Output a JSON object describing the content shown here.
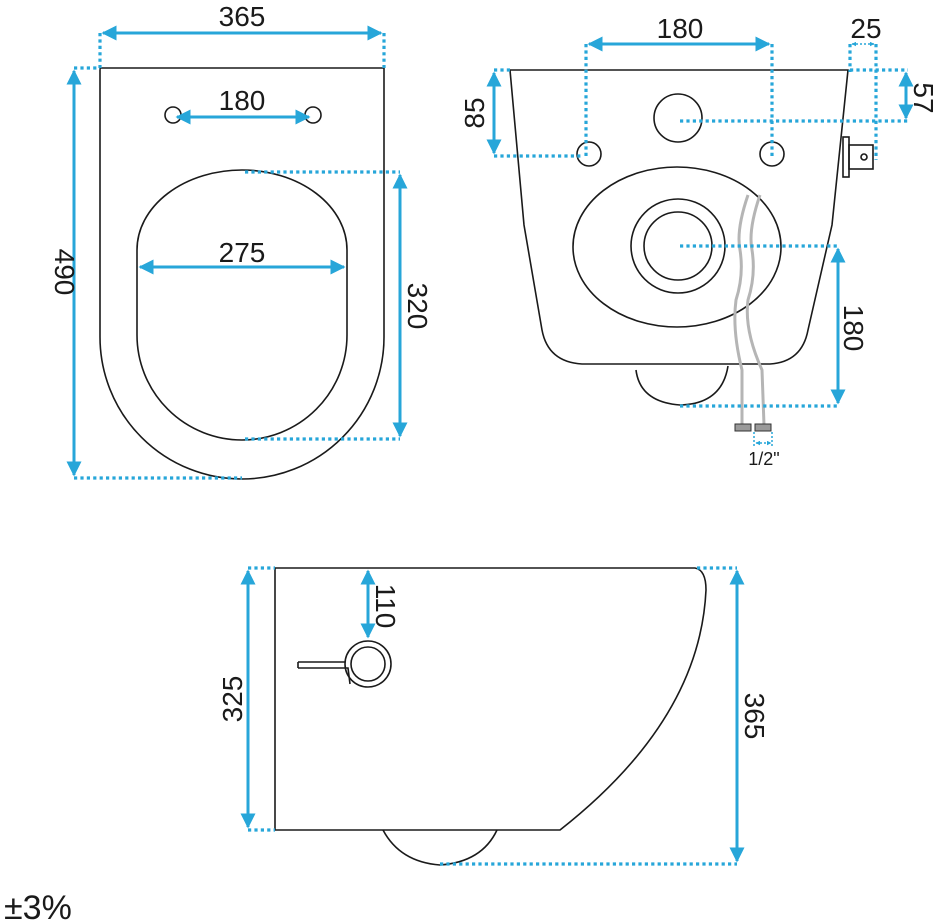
{
  "top_view": {
    "width_overall": "365",
    "length_overall": "490",
    "hole_spacing": "180",
    "opening_width": "275",
    "opening_length": "320"
  },
  "front_view": {
    "mount_spacing": "180",
    "side_offset": "25",
    "top_offset_right": "57",
    "top_offset_left": "85",
    "outlet_height": "180",
    "pipe_size": "1/2\""
  },
  "side_view": {
    "pipe_height": "110",
    "back_height": "325",
    "front_height": "365"
  },
  "tolerance": "±3%",
  "colors": {
    "dimension": "#27a6d9",
    "outline": "#1a1a1a",
    "pipe": "#b5b5b5"
  }
}
